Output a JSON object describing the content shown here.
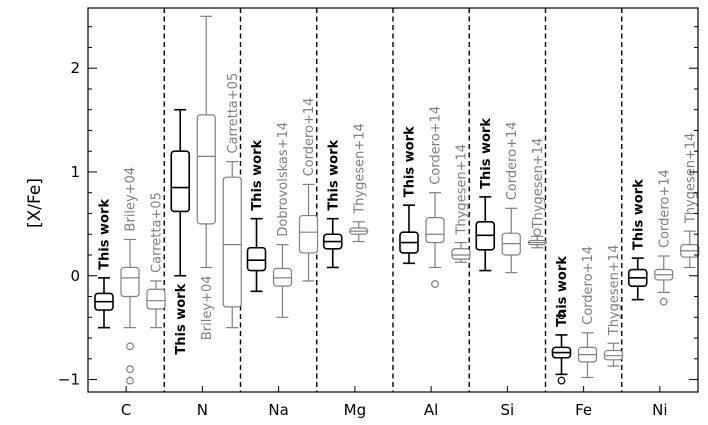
{
  "chart_data": {
    "type": "box",
    "ylabel": "[X/Fe]",
    "ylim": [
      -1.12,
      2.58
    ],
    "yticks": [
      -1,
      0,
      1,
      2
    ],
    "ytick_labels": [
      "−1",
      "0",
      "1",
      "2"
    ],
    "categories": [
      "C",
      "N",
      "Na",
      "Mg",
      "Al",
      "Si",
      "Fe",
      "Ni"
    ],
    "series_colors": {
      "this_work": "#000000",
      "literature": "#808080"
    },
    "groups": [
      {
        "element": "C",
        "boxes": [
          {
            "label": "This work",
            "this_work": true,
            "whisker_low": -0.5,
            "q1": -0.33,
            "median": -0.25,
            "q3": -0.17,
            "whisker_high": -0.02,
            "outliers": []
          },
          {
            "label": "Briley+04",
            "this_work": false,
            "whisker_low": -0.5,
            "q1": -0.2,
            "median": -0.02,
            "q3": 0.08,
            "whisker_high": 0.35,
            "outliers": [
              -0.68,
              -0.9,
              -1.01
            ]
          },
          {
            "label": "Carretta+05",
            "this_work": false,
            "whisker_low": -0.5,
            "q1": -0.32,
            "median": -0.24,
            "q3": -0.13,
            "whisker_high": -0.05,
            "outliers": []
          }
        ]
      },
      {
        "element": "N",
        "boxes": [
          {
            "label": "This work",
            "this_work": true,
            "whisker_low": 0.0,
            "q1": 0.62,
            "median": 0.85,
            "q3": 1.2,
            "whisker_high": 1.6,
            "outliers": []
          },
          {
            "label": "Briley+04",
            "this_work": false,
            "whisker_low": 0.08,
            "q1": 0.5,
            "median": 1.15,
            "q3": 1.55,
            "whisker_high": 2.5,
            "outliers": []
          },
          {
            "label": "Carretta+05",
            "this_work": false,
            "whisker_low": -0.5,
            "q1": -0.3,
            "median": 0.3,
            "q3": 0.95,
            "whisker_high": 1.1,
            "outliers": []
          }
        ]
      },
      {
        "element": "Na",
        "boxes": [
          {
            "label": "This work",
            "this_work": true,
            "whisker_low": -0.15,
            "q1": 0.05,
            "median": 0.15,
            "q3": 0.27,
            "whisker_high": 0.55,
            "outliers": []
          },
          {
            "label": "Dobrovolskas+14",
            "this_work": false,
            "whisker_low": -0.4,
            "q1": -0.1,
            "median": -0.02,
            "q3": 0.07,
            "whisker_high": 0.3,
            "outliers": []
          },
          {
            "label": "Cordero+14",
            "this_work": false,
            "whisker_low": -0.05,
            "q1": 0.22,
            "median": 0.42,
            "q3": 0.58,
            "whisker_high": 0.88,
            "outliers": []
          }
        ]
      },
      {
        "element": "Mg",
        "boxes": [
          {
            "label": "This work",
            "this_work": true,
            "whisker_low": 0.08,
            "q1": 0.26,
            "median": 0.33,
            "q3": 0.4,
            "whisker_high": 0.55,
            "outliers": []
          },
          {
            "label": "Thygesen+14",
            "this_work": false,
            "whisker_low": 0.33,
            "q1": 0.4,
            "median": 0.43,
            "q3": 0.46,
            "whisker_high": 0.52,
            "outliers": []
          }
        ]
      },
      {
        "element": "Al",
        "boxes": [
          {
            "label": "This work",
            "this_work": true,
            "whisker_low": 0.12,
            "q1": 0.22,
            "median": 0.32,
            "q3": 0.42,
            "whisker_high": 0.68,
            "outliers": []
          },
          {
            "label": "Cordero+14",
            "this_work": false,
            "whisker_low": 0.08,
            "q1": 0.32,
            "median": 0.4,
            "q3": 0.56,
            "whisker_high": 0.8,
            "outliers": [
              -0.08
            ]
          },
          {
            "label": "Thygesen+14",
            "this_work": false,
            "whisker_low": 0.13,
            "q1": 0.16,
            "median": 0.2,
            "q3": 0.26,
            "whisker_high": 0.32,
            "outliers": []
          }
        ]
      },
      {
        "element": "Si",
        "boxes": [
          {
            "label": "This work",
            "this_work": true,
            "whisker_low": 0.05,
            "q1": 0.25,
            "median": 0.39,
            "q3": 0.52,
            "whisker_high": 0.76,
            "outliers": []
          },
          {
            "label": "Cordero+14",
            "this_work": false,
            "whisker_low": 0.03,
            "q1": 0.2,
            "median": 0.31,
            "q3": 0.41,
            "whisker_high": 0.65,
            "outliers": []
          },
          {
            "label": "Thygesen+14",
            "this_work": false,
            "whisker_low": 0.27,
            "q1": 0.3,
            "median": 0.32,
            "q3": 0.34,
            "whisker_high": 0.38,
            "outliers": [
              0.42
            ]
          }
        ]
      },
      {
        "element": "Fe",
        "boxes": [
          {
            "label": "This work",
            "this_work": true,
            "whisker_low": -0.95,
            "q1": -0.79,
            "median": -0.74,
            "q3": -0.69,
            "whisker_high": -0.57,
            "outliers": [
              -0.38,
              -1.01
            ]
          },
          {
            "label": "Cordero+14",
            "this_work": false,
            "whisker_low": -0.98,
            "q1": -0.83,
            "median": -0.76,
            "q3": -0.69,
            "whisker_high": -0.55,
            "outliers": []
          },
          {
            "label": "Thygesen+14",
            "this_work": false,
            "whisker_low": -0.87,
            "q1": -0.81,
            "median": -0.77,
            "q3": -0.72,
            "whisker_high": -0.65,
            "outliers": []
          }
        ]
      },
      {
        "element": "Ni",
        "boxes": [
          {
            "label": "This work",
            "this_work": true,
            "whisker_low": -0.23,
            "q1": -0.1,
            "median": -0.02,
            "q3": 0.06,
            "whisker_high": 0.17,
            "outliers": []
          },
          {
            "label": "Cordero+14",
            "this_work": false,
            "whisker_low": -0.16,
            "q1": -0.04,
            "median": 0.01,
            "q3": 0.06,
            "whisker_high": 0.19,
            "outliers": [
              -0.25
            ]
          },
          {
            "label": "Thygesen+14",
            "this_work": false,
            "whisker_low": 0.08,
            "q1": 0.18,
            "median": 0.24,
            "q3": 0.3,
            "whisker_high": 0.43,
            "outliers": []
          }
        ]
      }
    ]
  }
}
